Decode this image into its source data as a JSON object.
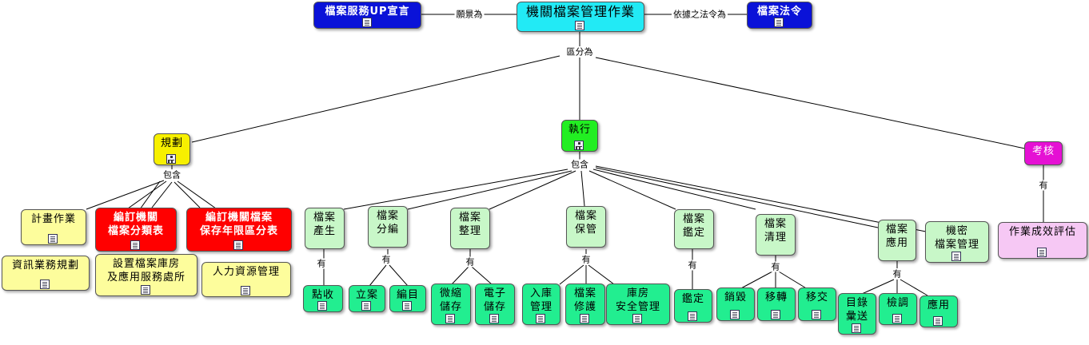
{
  "diagram": {
    "top": {
      "center": "機關檔案管理作業",
      "left": "檔案服務UP宣言",
      "right": "檔案法令",
      "left_link": "願景為",
      "right_link": "依據之法令為",
      "split_link": "區分為"
    },
    "branches": {
      "plan": {
        "title": "規劃",
        "link": "包含",
        "items": [
          "計畫作業",
          "編訂機關\n檔案分類表",
          "編訂機關檔案\n保存年限區分表",
          "資訊業務規劃",
          "設置檔案庫房\n及應用服務處所",
          "人力資源管理"
        ]
      },
      "exec": {
        "title": "執行",
        "link": "包含",
        "items": [
          "檔案\n產生",
          "檔案\n分編",
          "檔案\n整理",
          "檔案\n保管",
          "檔案\n鑑定",
          "檔案\n清理",
          "檔案\n應用",
          "機密\n檔案管理"
        ],
        "have": "有",
        "subs": {
          "produce": [
            "點收"
          ],
          "catalog": [
            "立案",
            "編目"
          ],
          "organize": [
            "微縮\n儲存",
            "電子\n儲存"
          ],
          "keep": [
            "入庫\n管理",
            "檔案\n修護",
            "庫房\n安全管理"
          ],
          "appraise": [
            "鑑定"
          ],
          "clear": [
            "銷毀",
            "移轉",
            "移交"
          ],
          "use": [
            "目錄\n彙送",
            "檢調",
            "應用"
          ]
        }
      },
      "eval": {
        "title": "考核",
        "link": "有",
        "items": [
          "作業成效評估"
        ]
      }
    }
  },
  "colors": {
    "blue": "#0a12d8",
    "cyan": "#22eaf5",
    "yellow": "#f7f000",
    "green": "#22ee22",
    "magenta": "#e510d4",
    "red": "#ff0000",
    "light_yellow": "#fdfd9c",
    "light_green": "#c8f7c8",
    "sea_green": "#22ee90",
    "pink": "#f6c8f4"
  },
  "icons": {
    "note": "document-note-icon",
    "map": "hierarchy-map-icon"
  }
}
